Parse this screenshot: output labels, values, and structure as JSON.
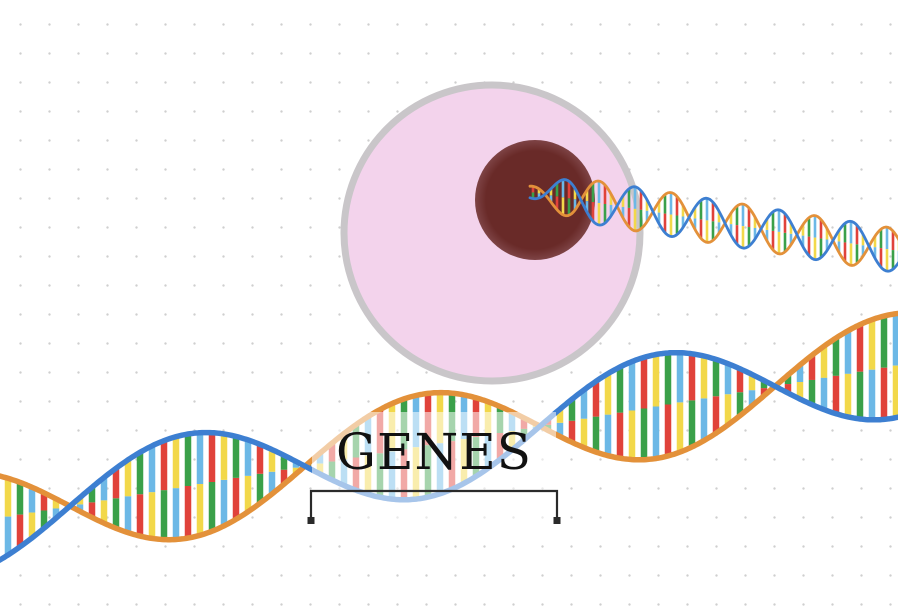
{
  "diagram": {
    "label": "GENES",
    "colors": {
      "background": "#ffffff",
      "grid_dot": "#cfcfcf",
      "cell_fill": "#f3d3ec",
      "cell_border": "#c9c6c9",
      "nucleus": "#692a28",
      "strand_blue": "#3d7fd1",
      "strand_orange": "#e3913a",
      "rung_colors": [
        "#e0423a",
        "#f2d84a",
        "#3aa049",
        "#6cb8e6"
      ],
      "bracket": "#2a2a2a",
      "label_color": "#111111"
    },
    "icons": [
      "cell",
      "nucleus",
      "dna-double-helix",
      "gene-bracket"
    ]
  }
}
